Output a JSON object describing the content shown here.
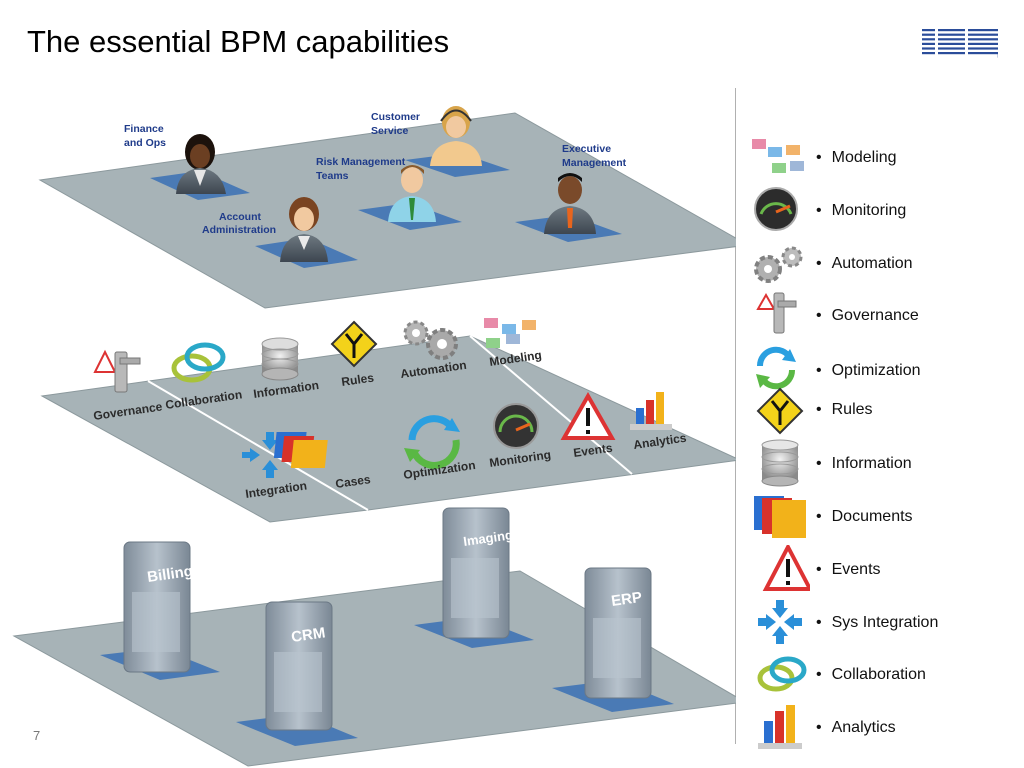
{
  "slide": {
    "title": "The essential BPM capabilities",
    "page_number": "7",
    "logo_text": "IBM"
  },
  "roles": [
    "Finance and Ops",
    "Customer Service",
    "Risk Management Teams",
    "Executive Management",
    "Account Administration"
  ],
  "role_lines": {
    "finance_1": "Finance",
    "finance_2": "and Ops",
    "customer_1": "Customer",
    "customer_2": "Service",
    "risk_1": "Risk Management",
    "risk_2": "Teams",
    "exec_1": "Executive",
    "exec_2": "Management",
    "account_1": "Account",
    "account_2": "Administration"
  },
  "capabilities_layer": {
    "governance": "Governance",
    "collaboration": "Collaboration",
    "information": "Information",
    "rules": "Rules",
    "automation": "Automation",
    "modeling": "Modeling",
    "integration": "Integration",
    "cases": "Cases",
    "optimization": "Optimization",
    "monitoring": "Monitoring",
    "events": "Events",
    "analytics": "Analytics"
  },
  "systems_layer": {
    "billing": "Billing",
    "crm": "CRM",
    "imaging": "Imaging",
    "erp": "ERP"
  },
  "legend": [
    {
      "label": "Modeling",
      "icon": "modeling-icon"
    },
    {
      "label": "Monitoring",
      "icon": "gauge-icon"
    },
    {
      "label": "Automation",
      "icon": "gears-icon"
    },
    {
      "label": "Governance",
      "icon": "clamp-icon"
    },
    {
      "label": "Optimization",
      "icon": "cycle-arrows-icon"
    },
    {
      "label": "Rules",
      "icon": "fork-sign-icon"
    },
    {
      "label": "Information",
      "icon": "database-icon"
    },
    {
      "label": "Documents",
      "icon": "folders-icon"
    },
    {
      "label": "Events",
      "icon": "warning-icon"
    },
    {
      "label": "Sys Integration",
      "icon": "arrows-converge-icon"
    },
    {
      "label": "Collaboration",
      "icon": "chat-bubbles-icon"
    },
    {
      "label": "Analytics",
      "icon": "bar-chart-icon"
    }
  ],
  "colors": {
    "plane": "#a6b2b6",
    "plane_edge": "#8f9ca0",
    "pad": "#4a7ab5",
    "label_blue": "#1f3b8a",
    "server": "#9aa7b4"
  }
}
